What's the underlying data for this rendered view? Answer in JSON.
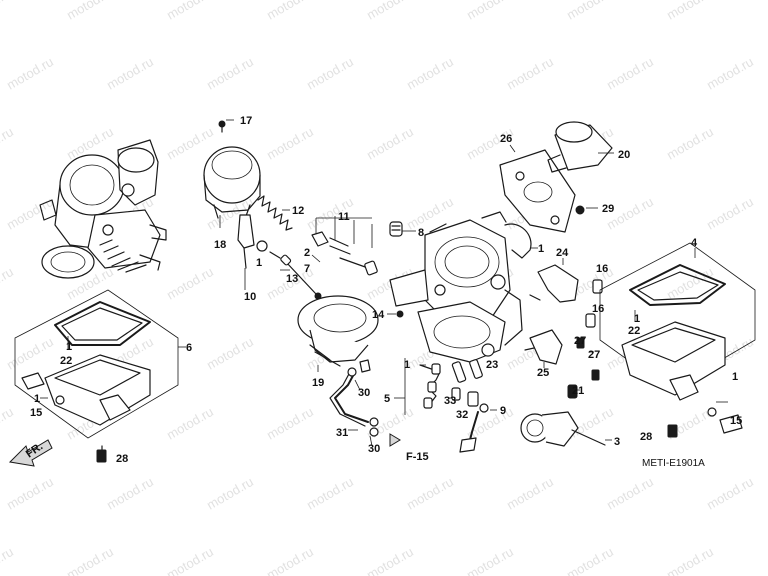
{
  "watermark": "motod.ru",
  "diagram_code": "METI-E1901A",
  "direction_label": "FR.",
  "reference_label": "F-15",
  "callouts": [
    {
      "id": "c17",
      "text": "17"
    },
    {
      "id": "c20",
      "text": "20"
    },
    {
      "id": "c26",
      "text": "26"
    },
    {
      "id": "c12",
      "text": "12"
    },
    {
      "id": "c11",
      "text": "11"
    },
    {
      "id": "c29",
      "text": "29"
    },
    {
      "id": "c18",
      "text": "18"
    },
    {
      "id": "c8",
      "text": "8"
    },
    {
      "id": "c1a",
      "text": "1"
    },
    {
      "id": "c24",
      "text": "24"
    },
    {
      "id": "c2",
      "text": "2"
    },
    {
      "id": "c7",
      "text": "7"
    },
    {
      "id": "c1b",
      "text": "1"
    },
    {
      "id": "c13",
      "text": "13"
    },
    {
      "id": "c10",
      "text": "10"
    },
    {
      "id": "c4",
      "text": "4"
    },
    {
      "id": "c16a",
      "text": "16"
    },
    {
      "id": "c14",
      "text": "14"
    },
    {
      "id": "c16b",
      "text": "16"
    },
    {
      "id": "c6",
      "text": "6"
    },
    {
      "id": "c1c",
      "text": "1"
    },
    {
      "id": "c22a",
      "text": "22"
    },
    {
      "id": "c1d",
      "text": "1"
    },
    {
      "id": "c22b",
      "text": "22"
    },
    {
      "id": "c27a",
      "text": "27"
    },
    {
      "id": "c27b",
      "text": "27"
    },
    {
      "id": "c19",
      "text": "19"
    },
    {
      "id": "c1e",
      "text": "1"
    },
    {
      "id": "c23",
      "text": "23"
    },
    {
      "id": "c25",
      "text": "25"
    },
    {
      "id": "c30a",
      "text": "30"
    },
    {
      "id": "c21",
      "text": "21"
    },
    {
      "id": "c1f",
      "text": "1"
    },
    {
      "id": "c15a",
      "text": "15"
    },
    {
      "id": "c5",
      "text": "5"
    },
    {
      "id": "c33",
      "text": "33"
    },
    {
      "id": "c1g",
      "text": "1"
    },
    {
      "id": "c15b",
      "text": "15"
    },
    {
      "id": "c32",
      "text": "32"
    },
    {
      "id": "c9",
      "text": "9"
    },
    {
      "id": "c31",
      "text": "31"
    },
    {
      "id": "c3",
      "text": "3"
    },
    {
      "id": "c28a",
      "text": "28"
    },
    {
      "id": "c30b",
      "text": "30"
    },
    {
      "id": "c28b",
      "text": "28"
    }
  ]
}
